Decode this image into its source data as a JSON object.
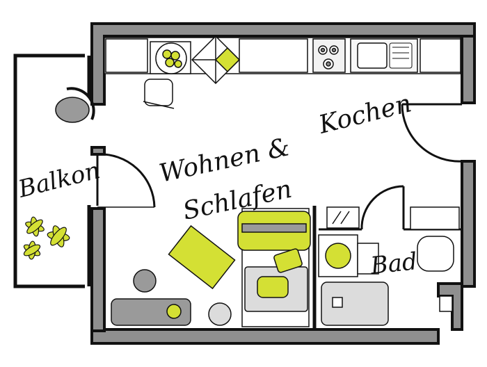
{
  "rooms": {
    "balcony": "Balkon",
    "living_line1": "Wohnen &",
    "living_line2": "Schlafen",
    "kitchen": "Kochen",
    "bath": "Bad"
  },
  "colors": {
    "wall": "#111111",
    "accent": "#d4e034",
    "furniture_gray": "#9a9a9a",
    "furniture_light": "#dcdcdc"
  }
}
